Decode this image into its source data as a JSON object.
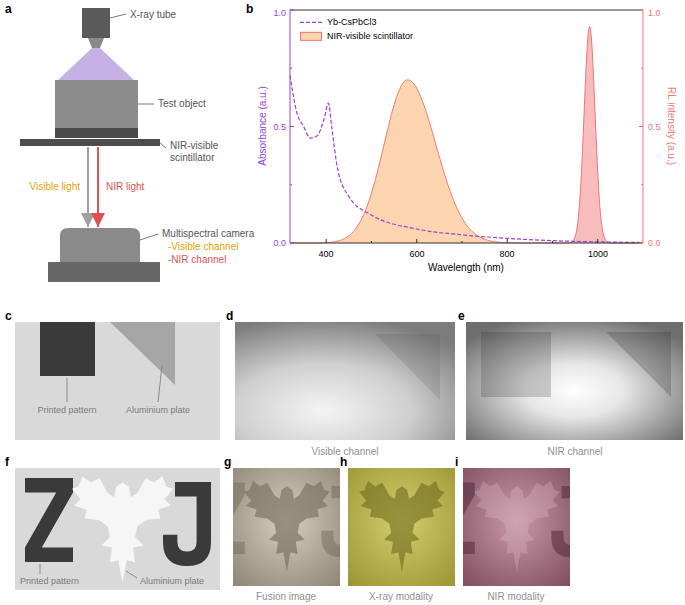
{
  "diagram": {
    "nodes": [
      {
        "text": [
          "X-ray tube"
        ]
      },
      {
        "text": [
          "Test object"
        ]
      },
      {
        "text": [
          "NIR-visible scintillator"
        ]
      },
      {
        "text": [
          "Multispectral camera",
          "-Visible channel",
          "-NIR channel"
        ]
      }
    ],
    "edges": [
      {
        "from": 2,
        "to": 3,
        "arrow": "to",
        "label": "Visible light"
      },
      {
        "from": 2,
        "to": 3,
        "arrow": "to",
        "label": "NIR light"
      }
    ],
    "labels": [
      "a",
      "b",
      "c",
      "d",
      "e",
      "f",
      "g",
      "h",
      "i",
      "Absorbance (a.u.)",
      "RL intensity (a.u.)",
      "Wavelength (nm)",
      "0.0",
      "0.5",
      "1.0",
      "0.0",
      "0.5",
      "1.0",
      "400",
      "600",
      "800",
      "1000",
      "Printed pattern",
      "Aluminium plate",
      "Visible channel",
      "NIR channel",
      "Printed pattern",
      "Aluminium plate",
      "Fusion image",
      "X-ray modality",
      "NIR modality"
    ],
    "legend": [
      {
        "text": "Yb-CsPbCl3"
      },
      {
        "text": "NIR-visible scintillator",
        "color": "#fbd5b0"
      }
    ]
  }
}
